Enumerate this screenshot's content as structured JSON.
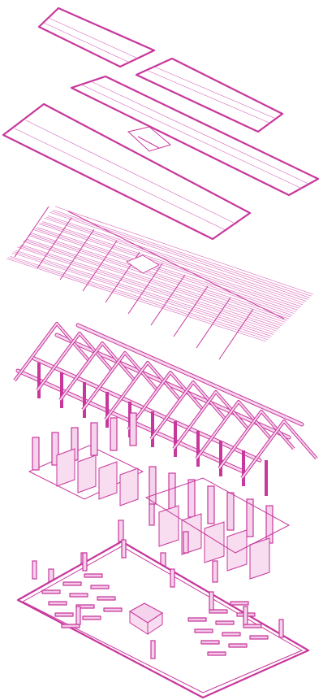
{
  "diagram": {
    "style": "exploded axonometric",
    "stroke_color": "#c8379c",
    "fill_color": "#f3c7e6",
    "background": "#ffffff",
    "layers": [
      {
        "id": "roof-cladding-panels"
      },
      {
        "id": "roof-battens"
      },
      {
        "id": "timber-roof-frame"
      },
      {
        "id": "partition-walls"
      },
      {
        "id": "floor-plate-furniture"
      }
    ]
  }
}
